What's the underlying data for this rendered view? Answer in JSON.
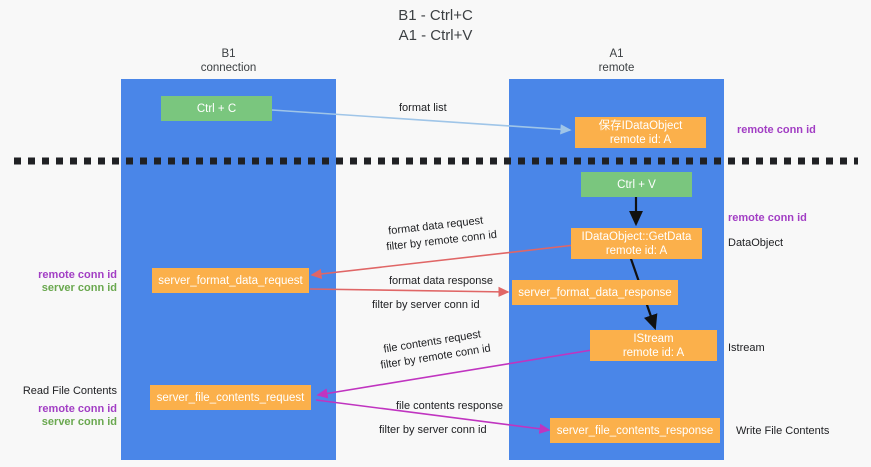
{
  "title": "B1 - Ctrl+C\nA1 - Ctrl+V",
  "colors": {
    "lane": "#4a86e8",
    "green_node": "#7ac67e",
    "orange_node": "#fbb04b",
    "purple_text": "#a23ec4",
    "green_text": "#6aa84f",
    "red_arrow": "#e06666",
    "magenta_arrow": "#c034c0",
    "blue_arrow": "#9fc5e8",
    "black_arrow": "#000000",
    "background": "#f8f8f8"
  },
  "lanes": [
    {
      "id": "b1",
      "title": "B1\nconnection"
    },
    {
      "id": "a1",
      "title": "A1\nremote"
    }
  ],
  "nodes": {
    "ctrl_c": {
      "label": "Ctrl + C",
      "color": "green"
    },
    "save_dataobject": {
      "label": "保存IDataObject",
      "sub": "remote id: A",
      "color": "orange"
    },
    "ctrl_v": {
      "label": "Ctrl + V",
      "color": "green"
    },
    "getdata": {
      "label": "IDataObject::GetData",
      "sub": "remote id: A",
      "color": "orange"
    },
    "server_format_data_request": {
      "label": "server_format_data_request",
      "color": "orange"
    },
    "server_format_data_response": {
      "label": "server_format_data_response",
      "color": "orange"
    },
    "istream": {
      "label": "IStream",
      "sub": "remote id: A",
      "color": "orange"
    },
    "server_file_contents_request": {
      "label": "server_file_contents_request",
      "color": "orange"
    },
    "server_file_contents_response": {
      "label": "server_file_contents_response",
      "color": "orange"
    }
  },
  "edge_labels": {
    "format_list": "format list",
    "format_data_request": "format data request",
    "format_data_request_filter_prefix": "filter by ",
    "format_data_request_filter_key": "remote conn id",
    "format_data_response": "format data response",
    "format_data_response_filter_prefix": "filter by ",
    "format_data_response_filter_key": "server conn id",
    "file_contents_request": "file contents request",
    "file_contents_request_filter_prefix": "filter by ",
    "file_contents_request_filter_key": "remote conn id",
    "file_contents_response": "file contents response",
    "file_contents_response_filter_prefix": "filter by ",
    "file_contents_response_filter_key": "server conn id"
  },
  "annotations": {
    "right_remote_conn_id_top": "remote conn id",
    "right_remote_conn_id_mid": "remote conn id",
    "right_dataobject": "DataObject",
    "right_istream": "Istream",
    "right_write_file_contents": "Write File Contents",
    "left_remote_conn_id": "remote conn id",
    "left_server_conn_id": "server conn id",
    "left_read_file_contents": "Read File Contents",
    "left_remote_conn_id_2": "remote conn id",
    "left_server_conn_id_2": "server conn id"
  }
}
